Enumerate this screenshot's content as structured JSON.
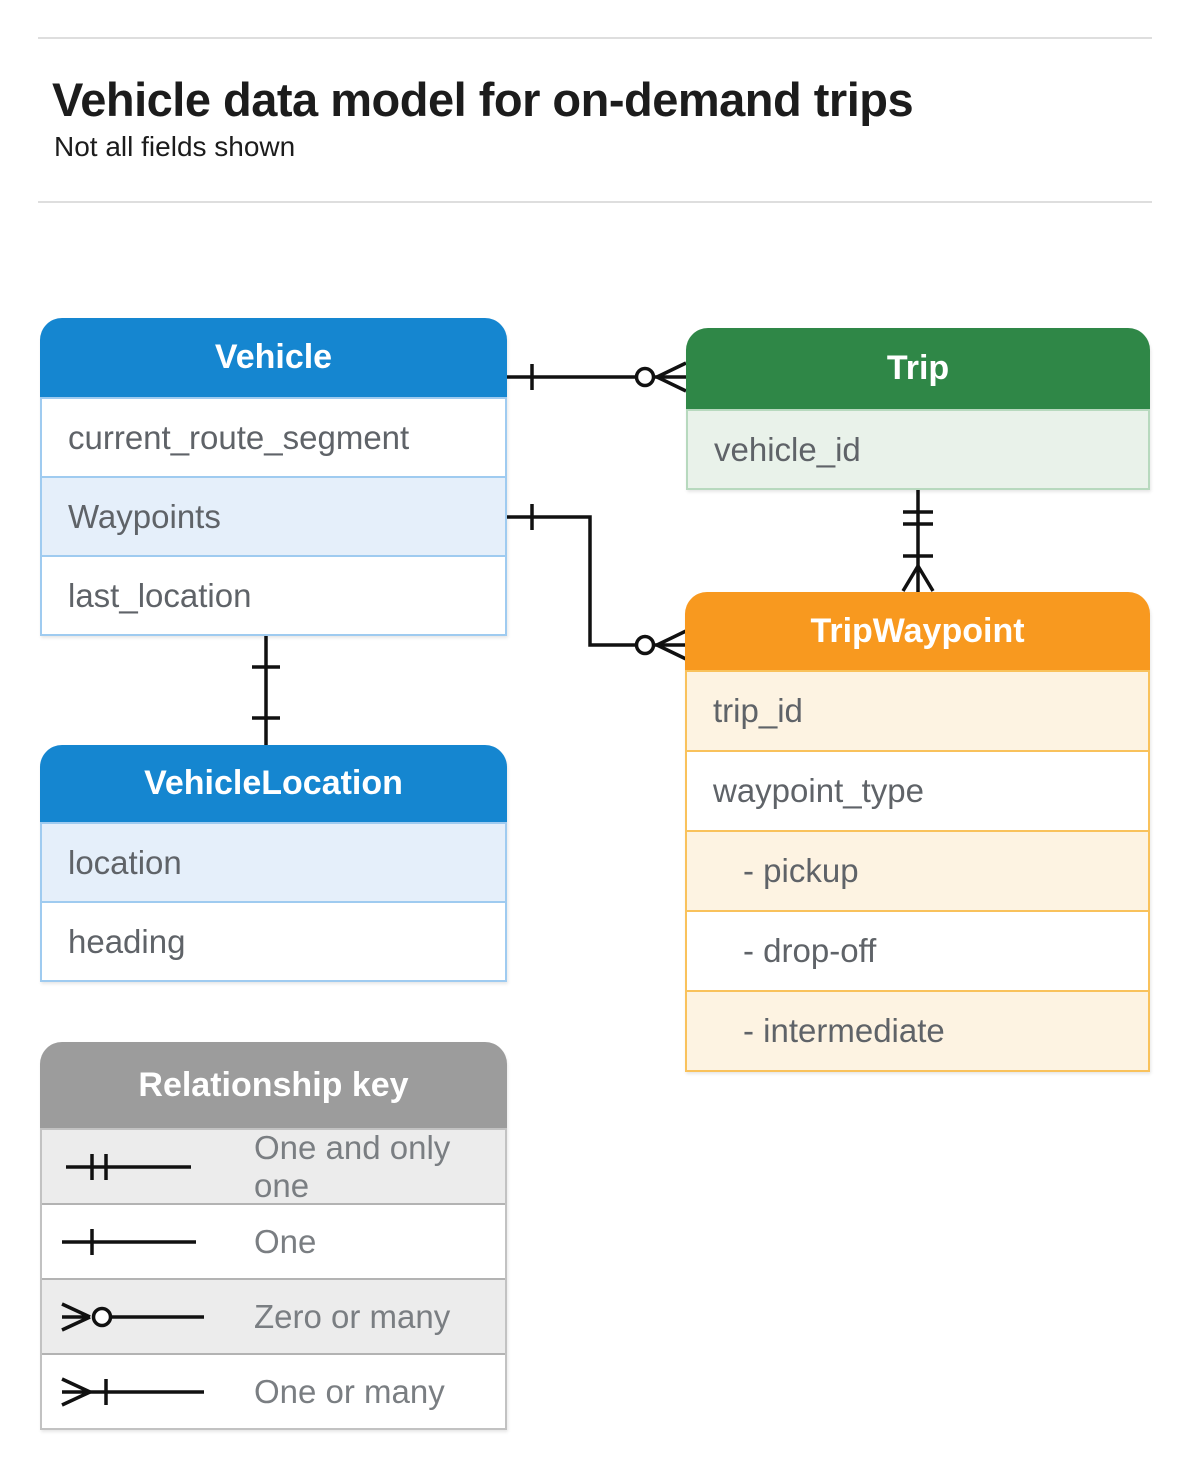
{
  "page": {
    "title": "Vehicle data model for on-demand trips",
    "subtitle": "Not all fields shown"
  },
  "entities": {
    "vehicle": {
      "title": "Vehicle",
      "fields": [
        {
          "name": "current_route_segment",
          "highlighted": false
        },
        {
          "name": "Waypoints",
          "highlighted": true
        },
        {
          "name": "last_location",
          "highlighted": false
        }
      ]
    },
    "trip": {
      "title": "Trip",
      "fields": [
        {
          "name": "vehicle_id",
          "highlighted": true
        }
      ]
    },
    "trip_waypoint": {
      "title": "TripWaypoint",
      "fields": [
        {
          "name": "trip_id",
          "highlighted": true
        },
        {
          "name": "waypoint_type",
          "highlighted": false
        },
        {
          "name": "- pickup",
          "highlighted": true
        },
        {
          "name": "- drop-off",
          "highlighted": false
        },
        {
          "name": "- intermediate",
          "highlighted": true
        }
      ]
    },
    "vehicle_location": {
      "title": "VehicleLocation",
      "fields": [
        {
          "name": "location",
          "highlighted": true
        },
        {
          "name": "heading",
          "highlighted": false
        }
      ]
    }
  },
  "relationships": [
    {
      "from": "Vehicle",
      "to": "Trip",
      "from_cardinality": "one",
      "to_cardinality": "zero-or-many"
    },
    {
      "from": "Vehicle.Waypoints",
      "to": "TripWaypoint",
      "from_cardinality": "one",
      "to_cardinality": "zero-or-many"
    },
    {
      "from": "Trip",
      "to": "TripWaypoint",
      "from_cardinality": "one-and-only-one",
      "to_cardinality": "one-or-many"
    },
    {
      "from": "Vehicle",
      "to": "VehicleLocation",
      "from_cardinality": "one",
      "to_cardinality": "one"
    }
  ],
  "relationship_key": {
    "title": "Relationship key",
    "rows": [
      {
        "label": "One and only one",
        "symbol": "one-and-only-one"
      },
      {
        "label": "One",
        "symbol": "one"
      },
      {
        "label": "Zero or many",
        "symbol": "zero-or-many"
      },
      {
        "label": "One or many",
        "symbol": "one-or-many"
      }
    ]
  },
  "colors": {
    "blue_header": "#1586d0",
    "blue_row": "#e5effa",
    "blue_border": "#9fcbf0",
    "green_header": "#2f8747",
    "green_row": "#e9f2ea",
    "green_border": "#b7d9be",
    "orange_header": "#f8991f",
    "orange_row": "#fdf3e2",
    "orange_border": "#f9c25c",
    "gray_header": "#9c9c9c",
    "gray_row": "#ececec",
    "line": "#111111",
    "field_text": "#5f6368"
  }
}
